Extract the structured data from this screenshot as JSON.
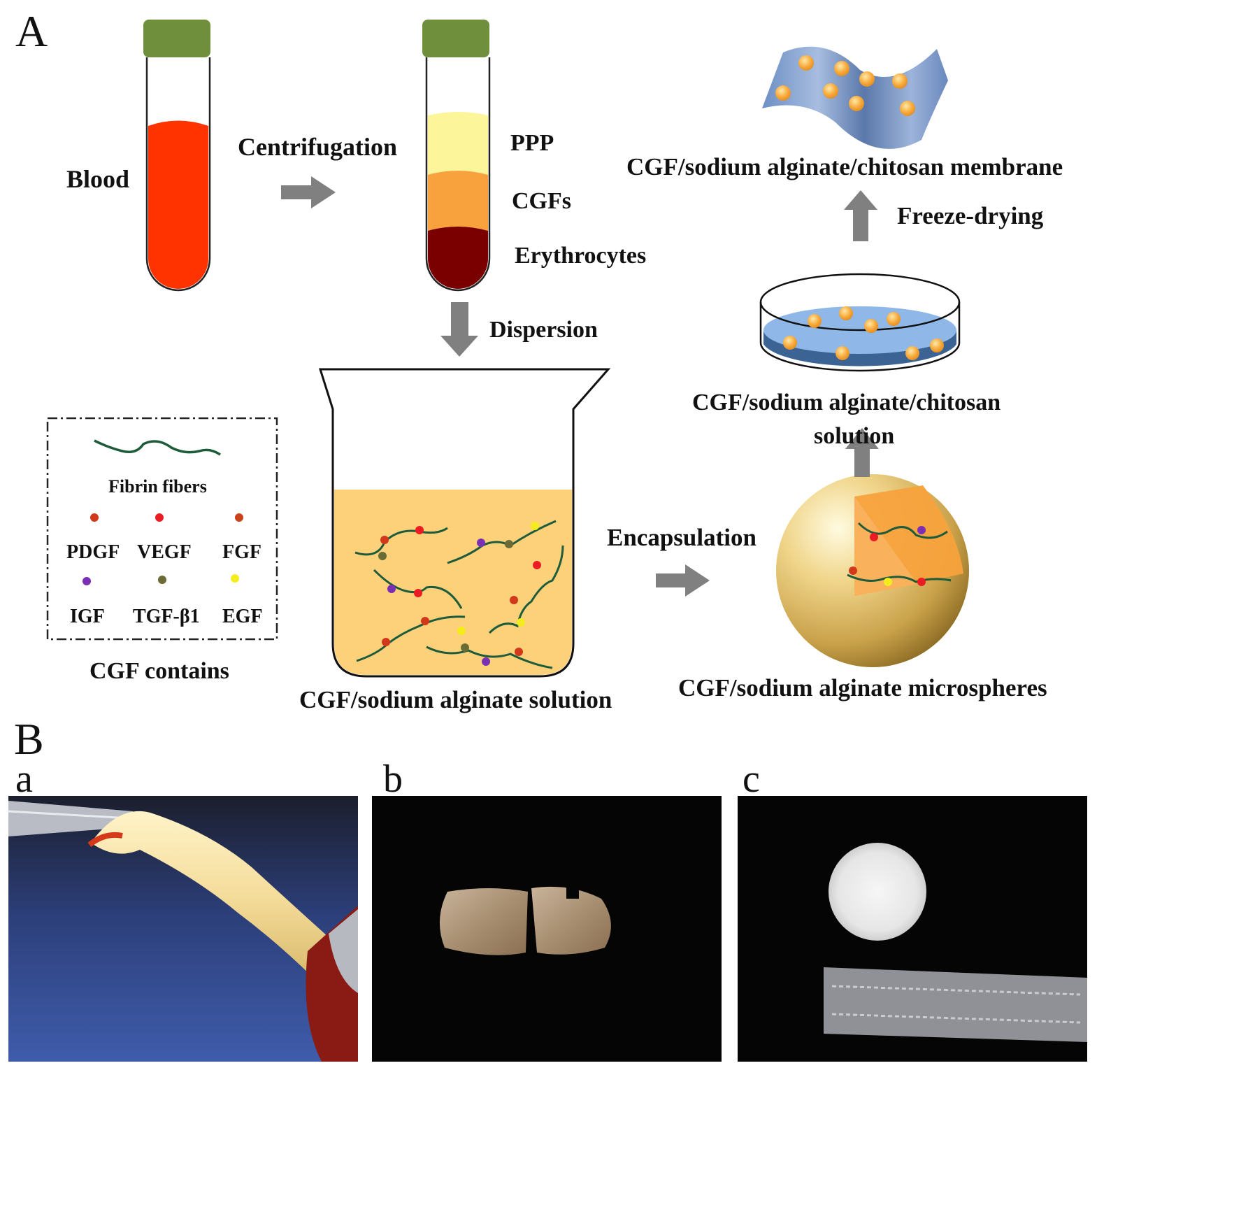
{
  "panel_a": {
    "letter": "A",
    "blood": "Blood",
    "centrifugation": "Centrifugation",
    "ppp": "PPP",
    "cgfs": "CGFs",
    "erythrocytes": "Erythrocytes",
    "dispersion": "Dispersion",
    "solution_caption": "CGF/sodium alginate solution",
    "encapsulation": "Encapsulation",
    "microspheres_caption": "CGF/sodium alginate microspheres",
    "chitosan_solution_line1": "CGF/sodium alginate/chitosan",
    "chitosan_solution_line2": "solution",
    "freeze_drying": "Freeze-drying",
    "membrane_caption": "CGF/sodium alginate/chitosan membrane",
    "legend": {
      "fibrin": "Fibrin fibers",
      "pdgf": "PDGF",
      "vegf": "VEGF",
      "fgf": "FGF",
      "igf": "IGF",
      "tgf": "TGF-β1",
      "egf": "EGF",
      "caption": "CGF contains"
    }
  },
  "panel_b": {
    "letter": "B",
    "sub_a": "a",
    "sub_b": "b",
    "sub_c": "c"
  },
  "colors": {
    "cap": "#6f8f3c",
    "blood": "#ff3300",
    "ppp": "#fcf59a",
    "cgf": "#f7a23c",
    "erythrocyte": "#7a0000",
    "arrow": "#808080",
    "solution": "#fcd17a",
    "fiber": "#1d5b3a",
    "pdgf": "#d2391b",
    "vegf": "#ec1c24",
    "fgf": "#c9421a",
    "igf": "#7b2fb2",
    "tgf": "#6b6b35",
    "egf": "#f5ec1e",
    "membrane": "#7b9bc9",
    "dish_liquid": "#8fb8e8"
  }
}
